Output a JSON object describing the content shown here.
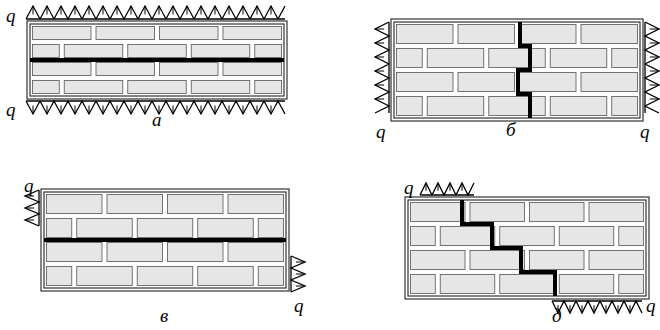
{
  "diagram": {
    "labels": [
      "q",
      "q",
      "а",
      "q",
      "q",
      "б",
      "q",
      "q",
      "в",
      "q",
      "q",
      "д"
    ]
  }
}
